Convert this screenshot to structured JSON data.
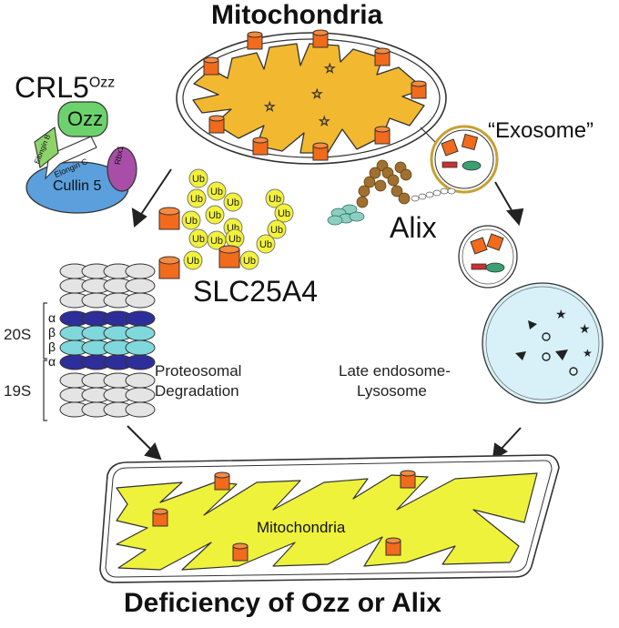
{
  "title_top": "Mitochondria",
  "title_bottom": "Deficiency of Ozz or Alix",
  "crl5": {
    "main": "CRL5",
    "sup": "Ozz"
  },
  "complex": {
    "ozz": "Ozz",
    "elongin_b": "Elongin B",
    "elongin_c": "Elongin C",
    "rbx1": "Rbx1",
    "cullin5": "Cullin 5"
  },
  "ub_label": "Ub",
  "slc": "SLC25A4",
  "alix": "Alix",
  "exosome": "“Exosome”",
  "proteasome": {
    "s20": "20S",
    "s19": "19S",
    "alpha": "α",
    "beta": "β",
    "label_1": "Proteosomal",
    "label_2": "Degradation"
  },
  "lysosome": {
    "label_1": "Late endosome-",
    "label_2": "Lysosome"
  },
  "mito_bottom_label": "Mitochondria",
  "colors": {
    "mito_top": "#f2b830",
    "mito_bottom": "#eef23a",
    "carrier": "#f26a1b",
    "ub": "#f2f23a",
    "ozz": "#6cd36c",
    "elongin_b": "#8ed36a",
    "cullin": "#5b9fdc",
    "rbx1": "#a84ea8",
    "alpha": "#2e2e9a",
    "beta": "#7fd8dc",
    "lysosome": "#d8f1f8"
  }
}
